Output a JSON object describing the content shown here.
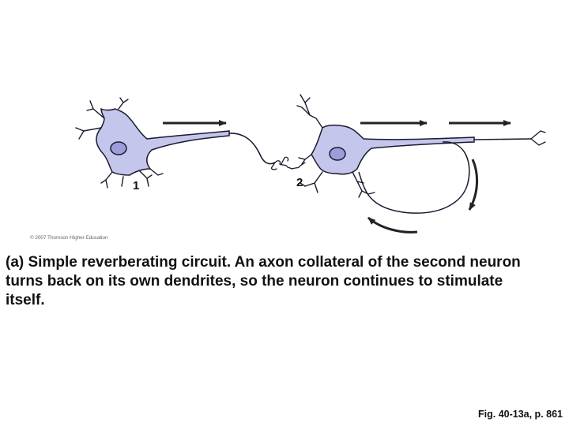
{
  "diagram": {
    "neuron_1_label": "1",
    "neuron_2_label": "2",
    "cell_fill_color": "#c4c6ec",
    "nucleus_fill_color": "#9c9ed8",
    "outline_color": "#1a1a2e",
    "arrow_color": "#222222"
  },
  "copyright": "© 2007 Thomson Higher Education",
  "caption": "(a) Simple reverberating circuit. An axon collateral of the second neuron turns back on its own dendrites, so the neuron continues to stimulate itself.",
  "figure_ref": "Fig. 40-13a, p. 861"
}
